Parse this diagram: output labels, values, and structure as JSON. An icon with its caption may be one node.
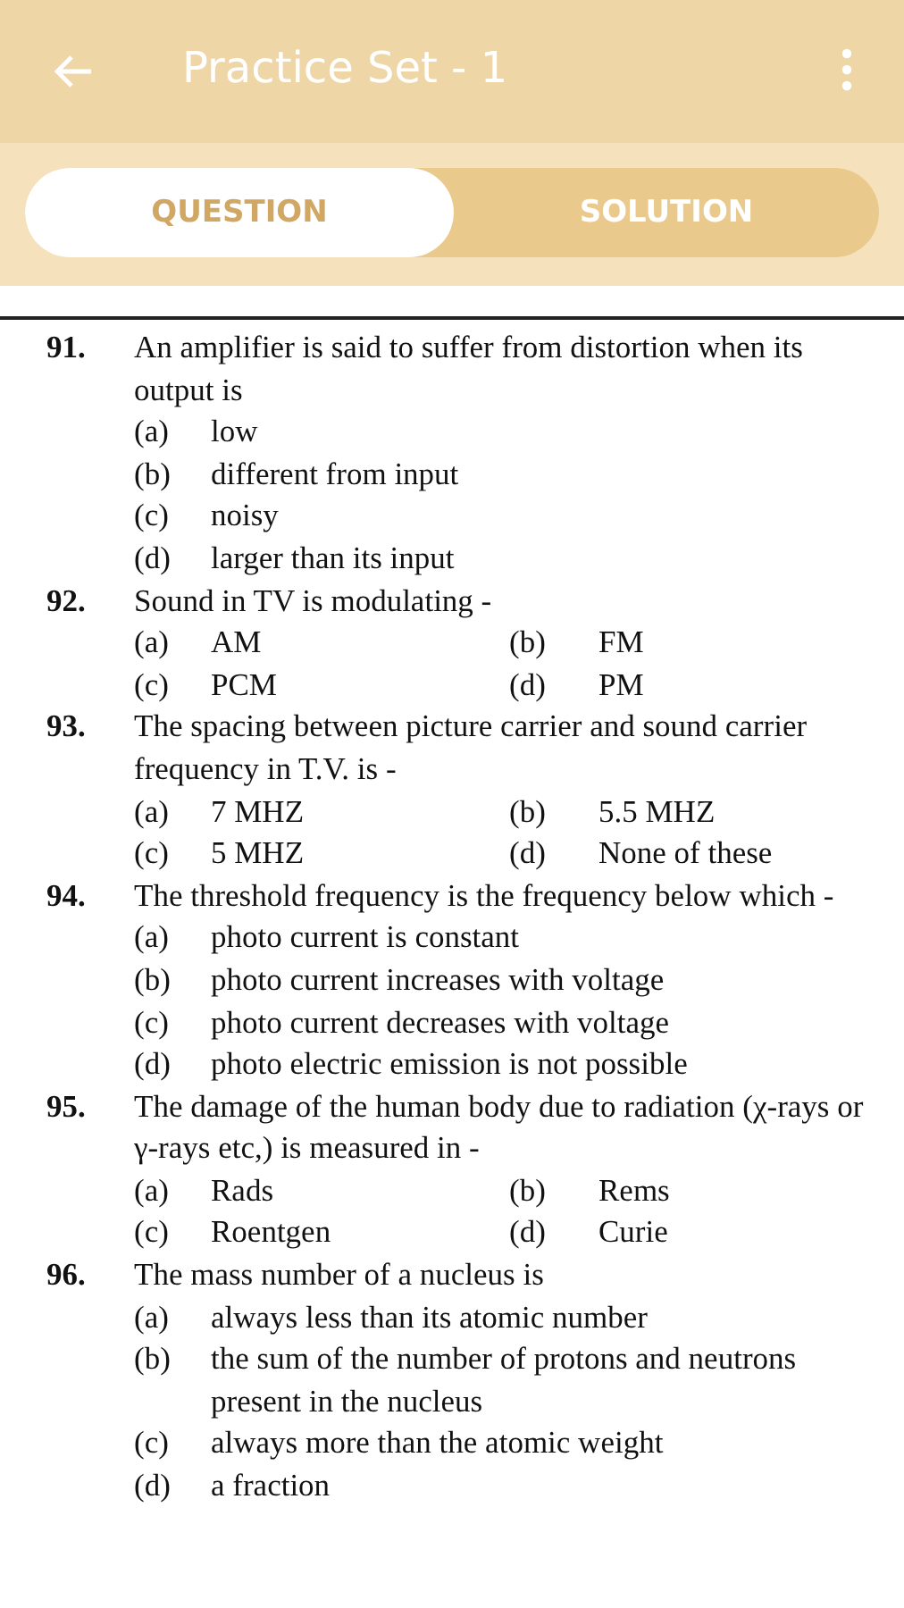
{
  "diagram": {
    "labels": [
      "Practice Set - 1",
      "QUESTION",
      "SOLUTION",
      "91.",
      "An amplifier is said to suffer from distortion when its output is",
      "(a)",
      "low",
      "(b)",
      "different from input",
      "(c)",
      "noisy",
      "(d)",
      "larger than its input",
      "92.",
      "Sound in TV is modulating -",
      "(a)",
      "AM",
      "(b)",
      "FM",
      "(c)",
      "PCM",
      "(d)",
      "PM",
      "93.",
      "The spacing between picture carrier and sound carrier frequency in T.V. is -",
      "(a)",
      "7 MHZ",
      "(b)",
      "5.5 MHZ",
      "(c)",
      "5 MHZ",
      "(d)",
      "None of these",
      "94.",
      "The threshold frequency is the frequency below which -",
      "(a)",
      "photo current is constant",
      "(b)",
      "photo current increases with voltage",
      "(c)",
      "photo current decreases with voltage",
      "(d)",
      "photo electric emission is not possible",
      "95.",
      "The damage of the human body due to radiation (χ-rays or γ-rays etc,) is measured in -",
      "(a)",
      "Rads",
      "(b)",
      "Rems",
      "(c)",
      "Roentgen",
      "(d)",
      "Curie",
      "96.",
      "The mass number of a nucleus is",
      "(a)",
      "always less than its atomic number",
      "(b)",
      "the sum of the number of protons and neutrons present in the nucleus",
      "(c)",
      "always more than the atomic weight",
      "(d)",
      "a fraction"
    ]
  }
}
